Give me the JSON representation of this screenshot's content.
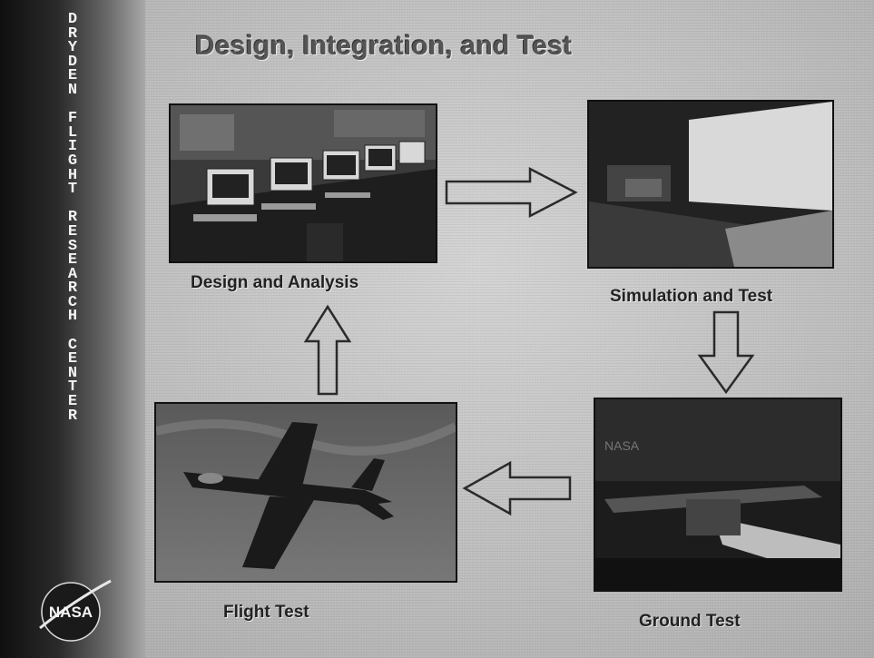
{
  "sidebar": {
    "letters": [
      "D",
      "R",
      "Y",
      "D",
      "E",
      "N",
      "",
      "F",
      "L",
      "I",
      "G",
      "H",
      "T",
      "",
      "R",
      "E",
      "S",
      "E",
      "A",
      "R",
      "C",
      "H",
      "",
      "C",
      "E",
      "N",
      "T",
      "E",
      "R"
    ],
    "logo_text": "NASA"
  },
  "slide": {
    "title": "Design, Integration, and Test"
  },
  "stages": {
    "design": {
      "caption": "Design and Analysis"
    },
    "simulation": {
      "caption": "Simulation and Test"
    },
    "ground": {
      "caption": "Ground Test",
      "sign_text": "NASA"
    },
    "flight": {
      "caption": "Flight Test"
    }
  },
  "colors": {
    "background": "#c4c4c4",
    "sidebar_dark": "#0f0f0f",
    "caption_text": "#222222"
  }
}
